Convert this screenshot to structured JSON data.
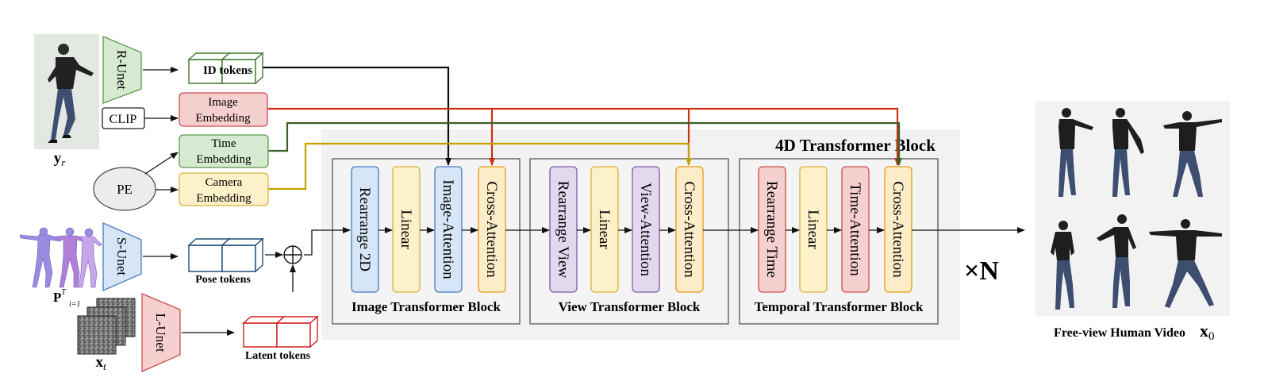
{
  "inputs": {
    "ref_image_label": "y",
    "ref_image_sub": "r",
    "pose_label": "P",
    "pose_sup": "T",
    "pose_sub": "i=1",
    "latent_label": "x",
    "latent_sub": "t"
  },
  "encoders": {
    "r_unet": "R-Unet",
    "s_unet": "S-Unet",
    "l_unet": "L-Unet",
    "clip": "CLIP",
    "pe": "PE"
  },
  "tokens": {
    "id": "ID tokens",
    "pose": "Pose tokens",
    "latent": "Latent tokens"
  },
  "embeddings": {
    "image": [
      "Image",
      "Embedding"
    ],
    "time": [
      "Time",
      "Embedding"
    ],
    "camera": [
      "Camera",
      "Embedding"
    ]
  },
  "main_block_title": "4D Transformer Block",
  "blocks": [
    {
      "title": "Image Transformer Block",
      "layers": [
        "Rearrange 2D",
        "Linear",
        "Image-Attention",
        "Cross-Attention"
      ]
    },
    {
      "title": "View Transformer Block",
      "layers": [
        "Rearrange View",
        "Linear",
        "View-Attention",
        "Cross-Attention"
      ]
    },
    {
      "title": "Temporal Transformer Block",
      "layers": [
        "Rearrange Time",
        "Linear",
        "Time-Attention",
        "Cross-Attention"
      ]
    }
  ],
  "repeat": "×N",
  "output_label": "Free-view Human Video",
  "output_var": "x",
  "output_sub": "0",
  "colors": {
    "blue_fill": "#d6e6f7",
    "blue_stroke": "#4a78c4",
    "yellow_fill": "#fdf1c9",
    "yellow_stroke": "#d9b23c",
    "purple_fill": "#e3d9ee",
    "purple_stroke": "#7f5aa8",
    "red_fill": "#f6cfcf",
    "red_stroke": "#cc4d4d",
    "orange_fill": "#fdecc8",
    "orange_stroke": "#e89a1a",
    "green_fill": "#d5ead0",
    "green_stroke": "#5b9b4a",
    "red_line": "#cc3311",
    "green_line": "#3b5e2b",
    "gold_line": "#c4a000"
  }
}
